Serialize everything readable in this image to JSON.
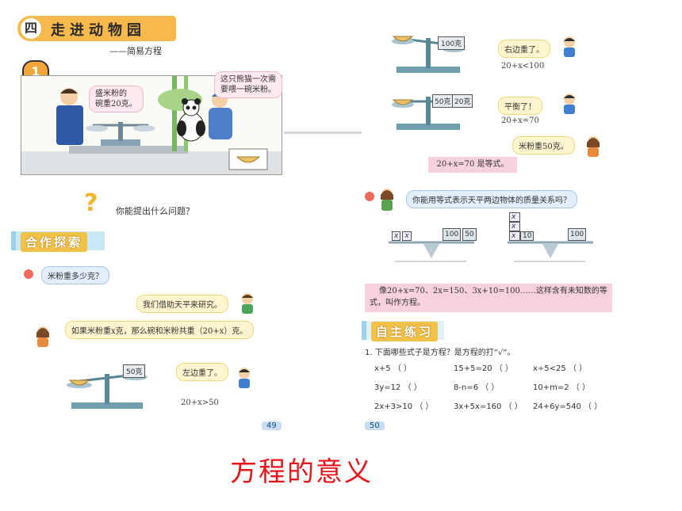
{
  "left": {
    "unit_number": "四",
    "unit_title": "走进动物园",
    "subtitle": "——简易方程",
    "lesson_number": "1",
    "bubble_farmer": "盛米粉的\n碗重20克。",
    "bubble_keeper": "这只熊猫一次需\n要喂一碗米粉。",
    "question_prompt": "你能提出什么问题？",
    "section_explore": "合作探索",
    "question_weight": "米粉重多少克？",
    "bubble_study": "我们借助天平来研究。",
    "bubble_assume": "如果米粉重x克，那么碗和米粉共重（20+x）克。",
    "bubble_left_down": "左边重了。",
    "weight_label": "50克",
    "inequality": "20+x>50",
    "page_number": "49"
  },
  "right": {
    "weight_top": "100克",
    "bubble_right_down": "右边重了。",
    "ineq_right": "20+x<100",
    "weights_mid": [
      "50克",
      "20克"
    ],
    "bubble_balanced": "平衡了！",
    "eq_balanced": "20+x=70",
    "bubble_result": "米粉重50克。",
    "box_equality": "20+x=70 是等式。",
    "bubble_question": "你能用等式表示天平两边物体的质量关系吗？",
    "scale1": {
      "left": [
        "x",
        "x"
      ],
      "right": [
        "100",
        "50"
      ]
    },
    "scale2": {
      "left": [
        "x",
        "x",
        "x",
        "10"
      ],
      "right": [
        "100"
      ]
    },
    "definition": "像20+x=70、2x=150、3x+10=100……这样含有未知数的等式，叫作方程。",
    "section_practice": "自主练习",
    "exercise_prompt": "1. 下面哪些式子是方程？是方程的打“√”。",
    "exercise_rows": [
      [
        "x+5",
        "15+5=20",
        "x÷5<25"
      ],
      [
        "3y=12",
        "8-n=6",
        "10+m=2"
      ],
      [
        "2x+3>10",
        "3x+5x=160",
        "24+6y=540"
      ]
    ],
    "answer_blank": "（    ）",
    "page_number": "50"
  },
  "caption": "方程的意义",
  "colors": {
    "caption": "#e8141b",
    "accent_pink": "#f7d2dc",
    "section_blue": "#c9e8f5",
    "title_orange": "#f4a53b"
  }
}
